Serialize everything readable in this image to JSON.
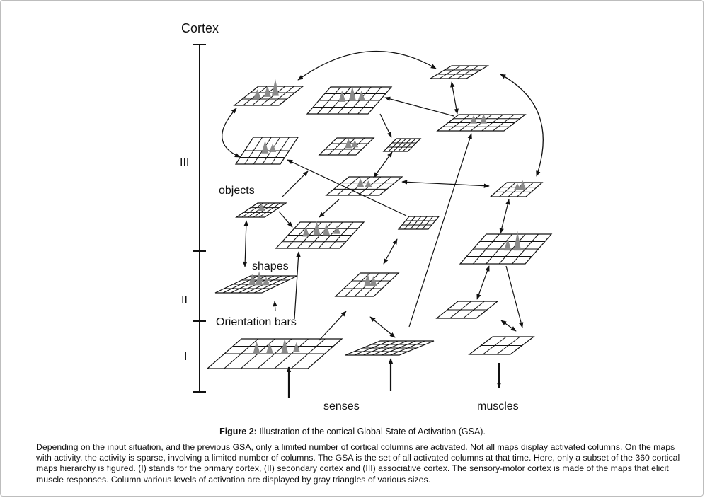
{
  "labels": {
    "cortex": "Cortex",
    "level_III": "III",
    "level_II": "II",
    "level_I": "I",
    "objects": "objects",
    "shapes": "shapes",
    "orientation_bars": "Orientation bars",
    "senses": "senses",
    "muscles": "muscles"
  },
  "caption": {
    "title_prefix": "Figure 2:",
    "title_text": " Illustration of the cortical Global State of Activation (GSA).",
    "body": "Depending on the input situation, and the previous GSA, only a limited number of cortical columns are activated. Not all maps display activated columns. On the maps with activity, the activity is sparse, involving a limited number of columns. The GSA is the set of all activated columns at that time. Here, only a subset of the 360 cortical maps hierarchy is figured. (I) stands for the primary cortex, (II) secondary cortex and (III) associative cortex. The sensory-motor cortex is made of the maps that elicit muscle responses. Column various levels of activation are displayed by gray triangles of various sizes."
  },
  "colors": {
    "line": "#111111",
    "activation": "#8a8a8a"
  }
}
